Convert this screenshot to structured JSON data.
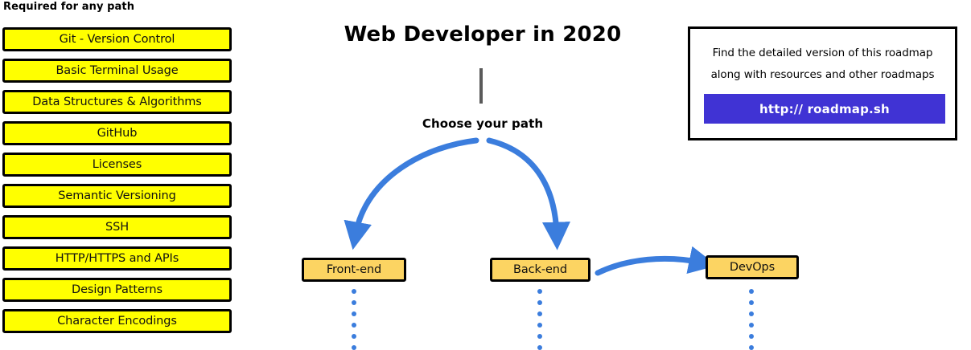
{
  "diagram": {
    "title": "Web Developer in 2020",
    "choose_label": "Choose your path"
  },
  "required_section": {
    "heading": "Required for any path",
    "items": [
      {
        "label": "Git - Version Control"
      },
      {
        "label": "Basic Terminal Usage"
      },
      {
        "label": "Data Structures & Algorithms"
      },
      {
        "label": "GitHub"
      },
      {
        "label": "Licenses"
      },
      {
        "label": "Semantic Versioning"
      },
      {
        "label": "SSH"
      },
      {
        "label": "HTTP/HTTPS and APIs"
      },
      {
        "label": "Design Patterns"
      },
      {
        "label": "Character Encodings"
      }
    ]
  },
  "paths": [
    {
      "label": "Front-end"
    },
    {
      "label": "Back-end"
    },
    {
      "label": "DevOps"
    }
  ],
  "info_box": {
    "line_1": "Find the detailed version of this roadmap",
    "line_2": "along with resources and other roadmaps",
    "button_label": "http:// roadmap.sh"
  },
  "colors": {
    "required_box_fill": "#ffff00",
    "path_box_fill": "#fcd462",
    "arrow_blue": "#3b7ddd",
    "button_blue": "#4033d4",
    "stem_gray": "#5a5a5a",
    "outline_black": "#000000"
  }
}
